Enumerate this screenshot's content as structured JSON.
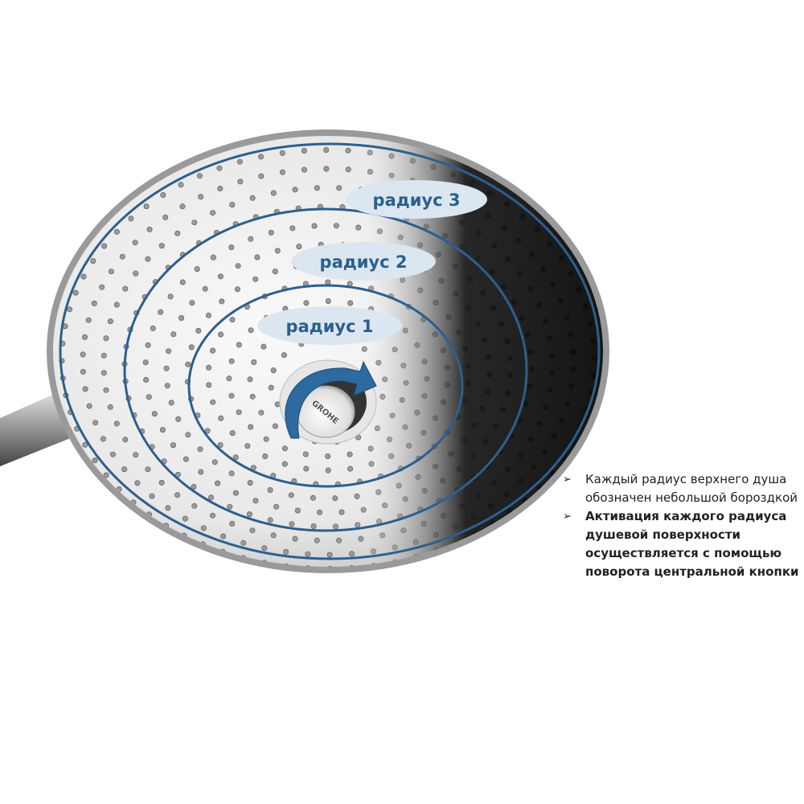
{
  "diagram": {
    "labels": {
      "radius_3": "радиус 3",
      "radius_2": "радиус 2",
      "radius_1": "радиус 1"
    },
    "brand": "GROHE",
    "colors": {
      "ring": "#2d5f8f",
      "label": "#2b5f8e",
      "pill": "#dbe6f0"
    }
  },
  "notes": [
    {
      "icon": "arrow-bullet-icon",
      "text": "Каждый радиус верхнего душа обозначен небольшой бороздкой"
    },
    {
      "icon": "arrow-bullet-icon",
      "text": "Активация каждого радиуса душевой поверхности осуществляется с помощью поворота центральной кнопки"
    }
  ]
}
